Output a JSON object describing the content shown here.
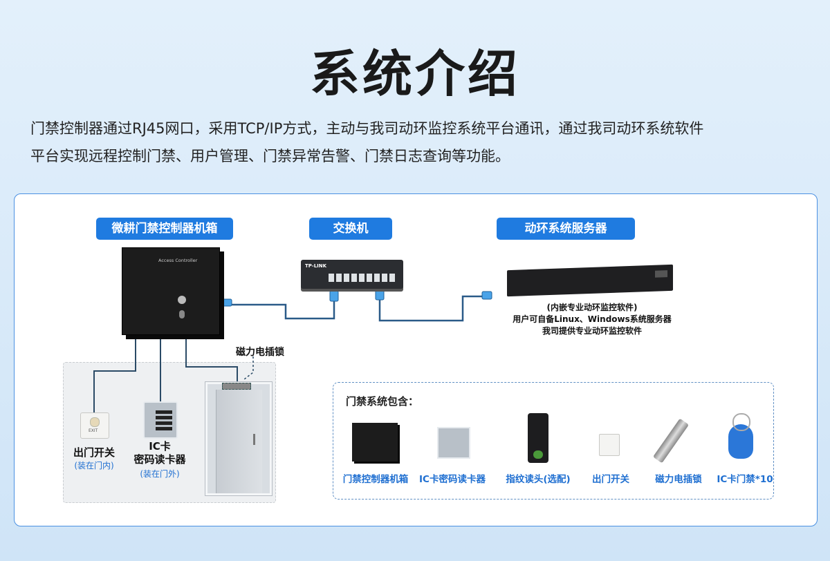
{
  "header": {
    "title": "系统介绍",
    "intro_line1": "门禁控制器通过RJ45网口，采用TCP/IP方式，主动与我司动环监控系统平台通讯，通过我司动环系统软件",
    "intro_line2": "平台实现远程控制门禁、用户管理、门禁异常告警、门禁日志查询等功能。"
  },
  "diagram": {
    "tags": {
      "controller": "微耕门禁控制器机箱",
      "switch": "交换机",
      "server": "动环系统服务器"
    },
    "controller_box_text": "Access Controller",
    "switch_brand": "TP-LINK",
    "server_notes": [
      "(内嵌专业动环监控软件)",
      "用户可自备Linux、Windows系统服务器",
      "我司提供专业动环监控软件"
    ],
    "maglock_label": "磁力电插锁",
    "exit_button": {
      "label": "出门开关",
      "note": "(装在门内)"
    },
    "card_reader": {
      "label1": "IC卡",
      "label2": "密码读卡器",
      "note": "(装在门外)"
    },
    "exit_plate_text": "EXIT"
  },
  "components": {
    "title": "门禁系统包含：",
    "items": [
      "门禁控制器机箱",
      "IC卡密码读卡器",
      "指纹读头(选配)",
      "出门开关",
      "磁力电插锁",
      "IC卡门禁*10"
    ]
  },
  "colors": {
    "accent": "#1f7be0",
    "note_blue": "#1f6fd1",
    "cable": "#2a4a66"
  }
}
